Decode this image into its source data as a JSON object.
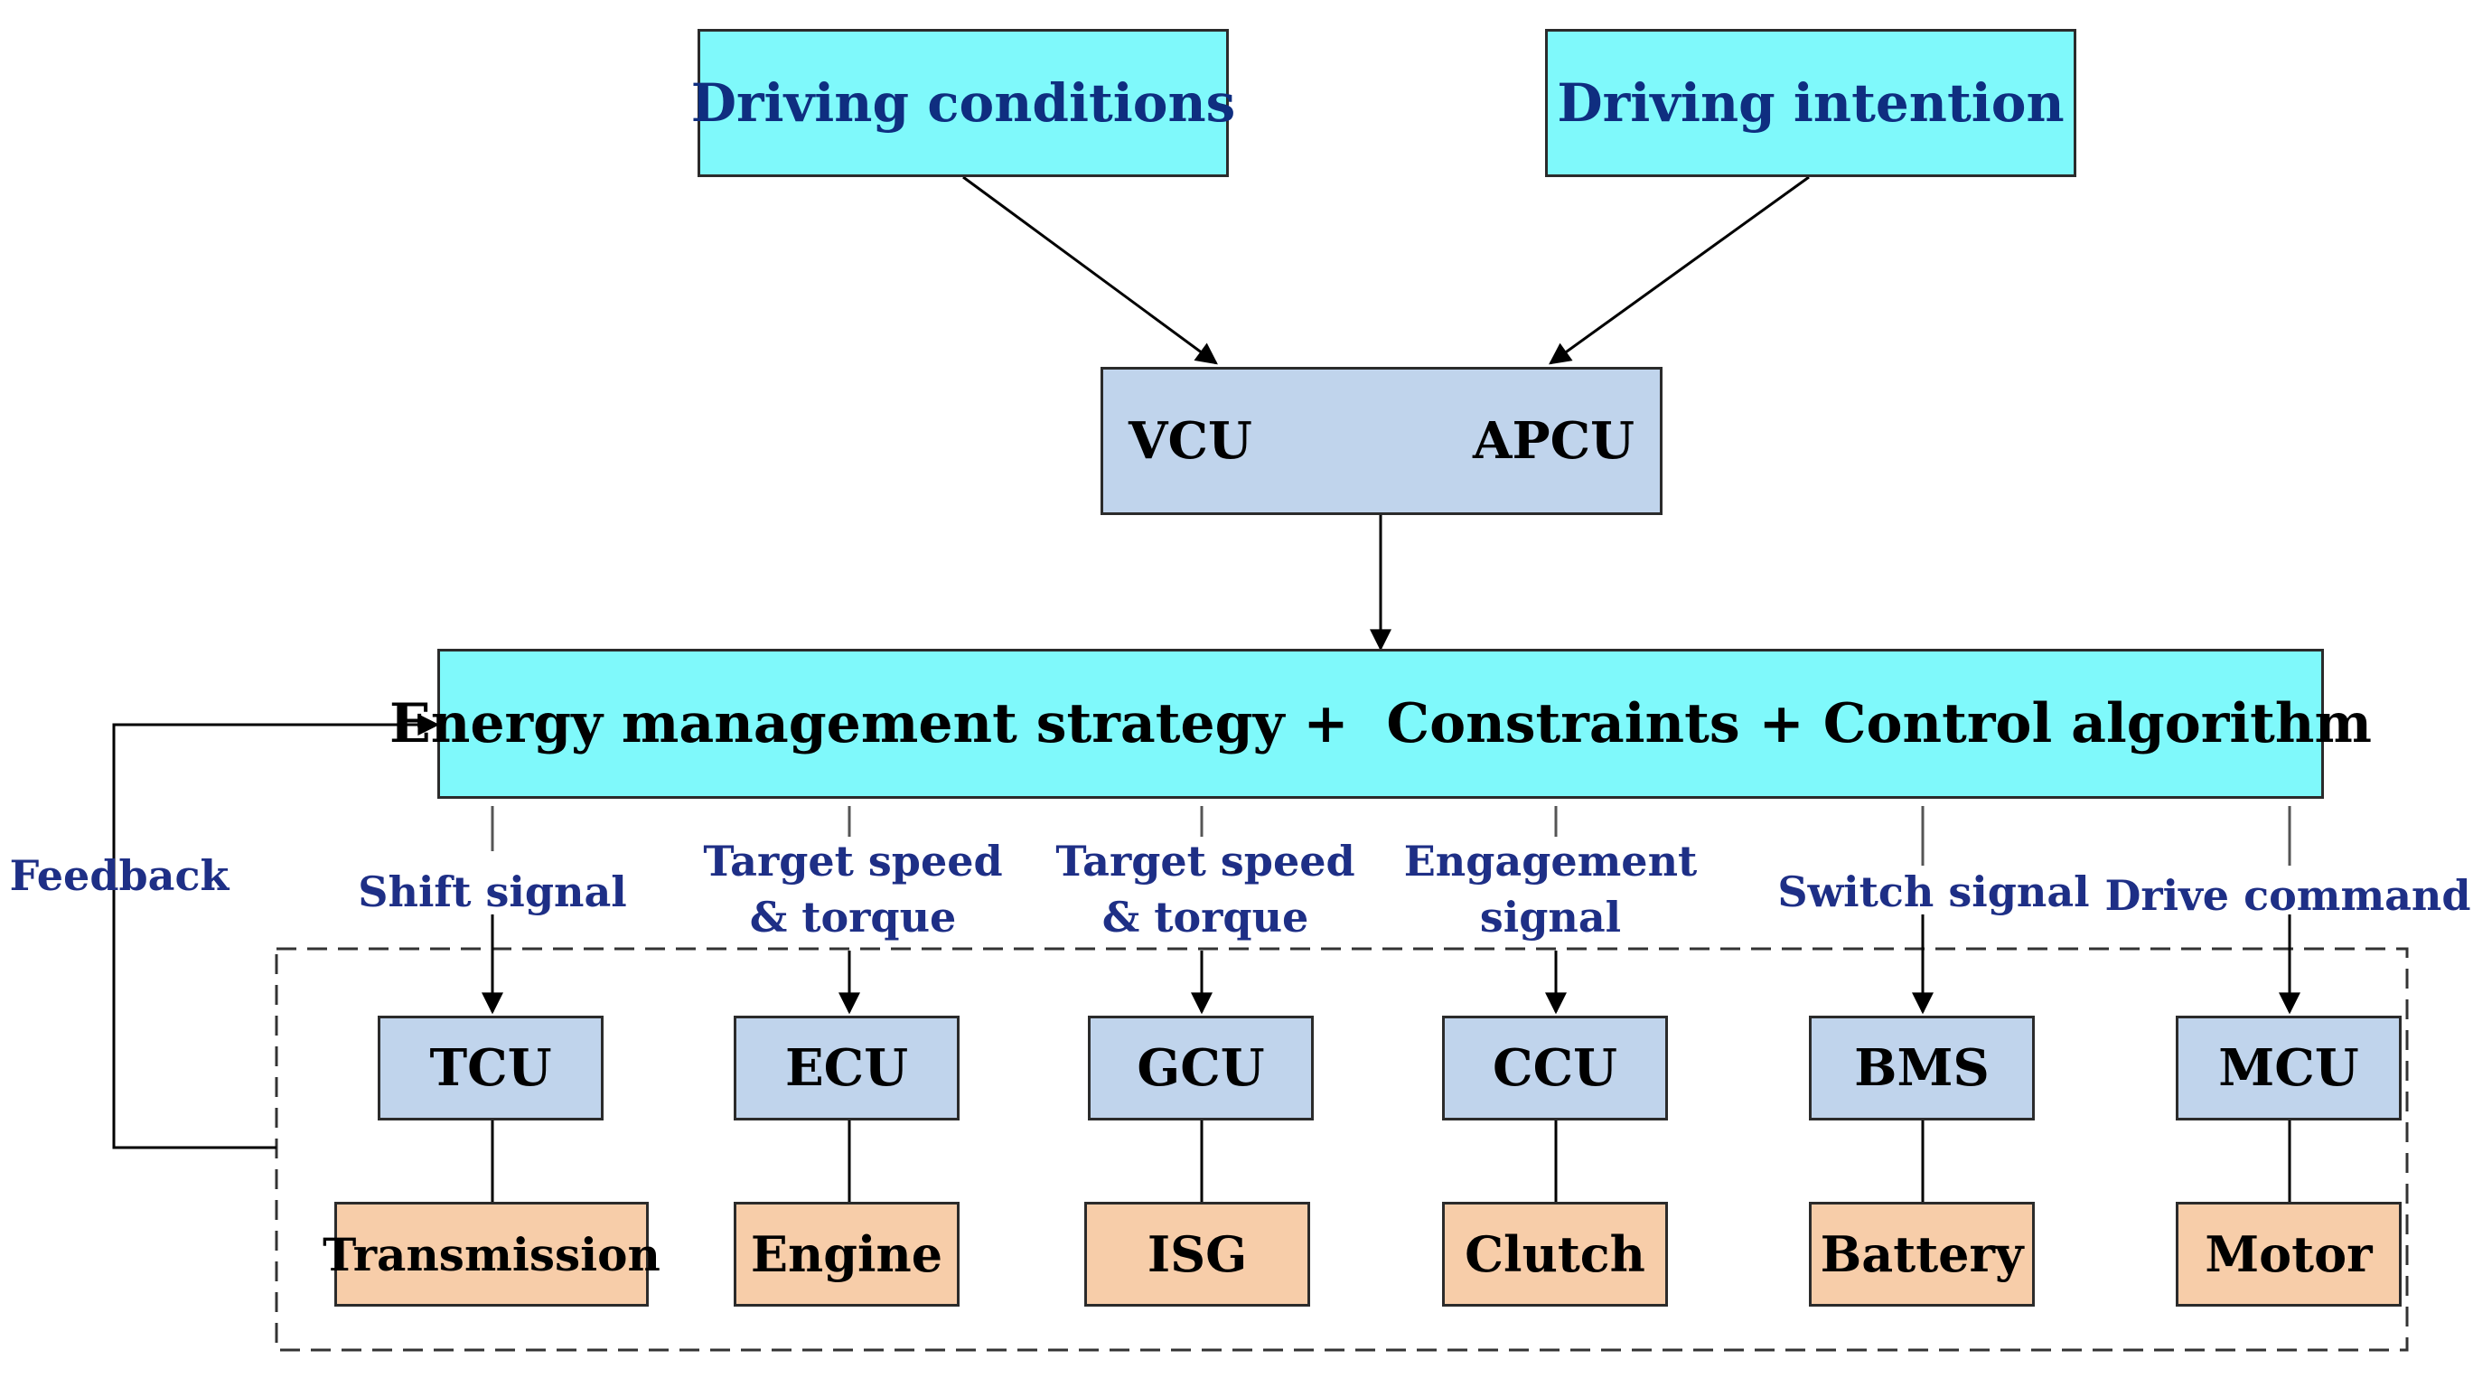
{
  "top": {
    "driving_conditions": "Driving conditions",
    "driving_intention": "Driving intention"
  },
  "controller": {
    "vcu": "VCU",
    "apcu": "APCU"
  },
  "strategy": "Energy management strategy +  Constraints + Control algorithm",
  "feedback": "Feedback",
  "signals": [
    {
      "lines": [
        "Shift signal"
      ]
    },
    {
      "lines": [
        "Target speed",
        "& torque"
      ]
    },
    {
      "lines": [
        "Target speed",
        "& torque"
      ]
    },
    {
      "lines": [
        "Engagement",
        "signal"
      ]
    },
    {
      "lines": [
        "Switch signal"
      ]
    },
    {
      "lines": [
        "Drive command"
      ]
    }
  ],
  "controllers": [
    "TCU",
    "ECU",
    "GCU",
    "CCU",
    "BMS",
    "MCU"
  ],
  "components": [
    "Transmission",
    "Engine",
    "ISG",
    "Clutch",
    "Battery",
    "Motor"
  ],
  "colors": {
    "cyan_box": "#7ff9fb",
    "blue_box": "#c0d4ec",
    "orange_box": "#f7cda9",
    "label_text": "#1e2f86"
  }
}
